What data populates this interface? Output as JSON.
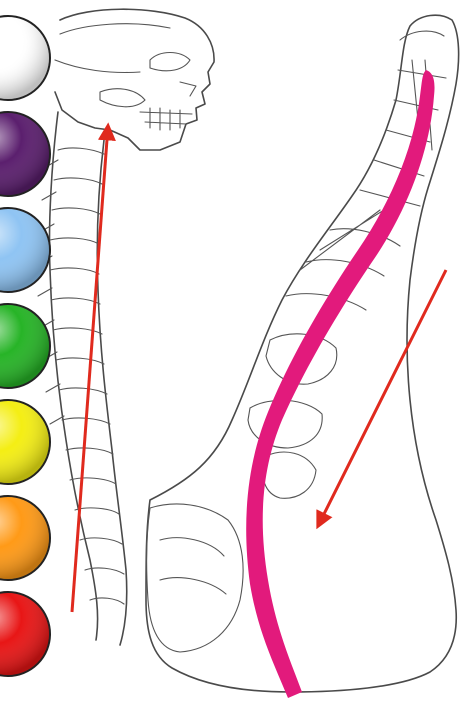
{
  "figure": {
    "panels": [
      "skeleton-side-view",
      "foot-bones-side-view"
    ]
  },
  "chakras": [
    {
      "name": "crown",
      "color": "#ffffff"
    },
    {
      "name": "third-eye",
      "color": "#5b1f6e"
    },
    {
      "name": "throat",
      "color": "#8fc4f3"
    },
    {
      "name": "heart",
      "color": "#27b427"
    },
    {
      "name": "solar-plexus",
      "color": "#f4ee14"
    },
    {
      "name": "sacral",
      "color": "#ff9a17"
    },
    {
      "name": "root",
      "color": "#e81616"
    }
  ],
  "arrows": [
    {
      "name": "spine-arrow",
      "color": "#e02a1e"
    },
    {
      "name": "foot-arrow",
      "color": "#e02a1e"
    }
  ],
  "foot_curve": {
    "color": "#e21a7c"
  }
}
